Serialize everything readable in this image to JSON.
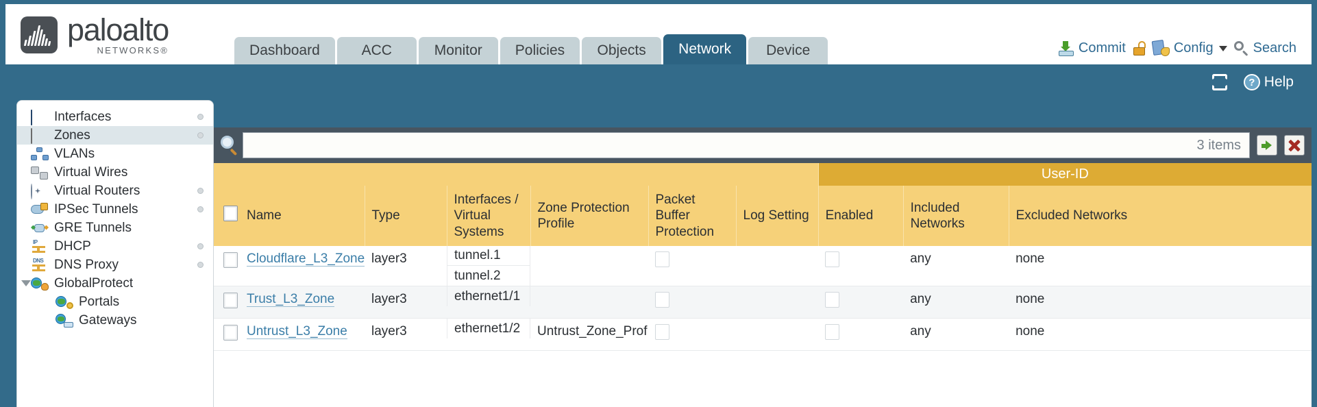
{
  "brand": {
    "name": "paloalto",
    "tagline": "NETWORKS",
    "registered": "®"
  },
  "nav": {
    "tabs": [
      {
        "label": "Dashboard",
        "active": false
      },
      {
        "label": "ACC",
        "active": false
      },
      {
        "label": "Monitor",
        "active": false
      },
      {
        "label": "Policies",
        "active": false
      },
      {
        "label": "Objects",
        "active": false
      },
      {
        "label": "Network",
        "active": true
      },
      {
        "label": "Device",
        "active": false
      }
    ],
    "active_tab": "Network"
  },
  "utility": {
    "commit": "Commit",
    "lock_icon": "padlock-unlocked-icon",
    "config": "Config",
    "search": "Search"
  },
  "band": {
    "refresh_icon": "refresh-icon",
    "help": "Help"
  },
  "sidebar": {
    "items": [
      {
        "label": "Interfaces",
        "icon": "interfaces-icon",
        "selected": false,
        "dot": true,
        "child": false,
        "expander": false
      },
      {
        "label": "Zones",
        "icon": "zones-icon",
        "selected": true,
        "dot": true,
        "child": false,
        "expander": false
      },
      {
        "label": "VLANs",
        "icon": "vlans-icon",
        "selected": false,
        "dot": false,
        "child": false,
        "expander": false
      },
      {
        "label": "Virtual Wires",
        "icon": "virtual-wires-icon",
        "selected": false,
        "dot": false,
        "child": false,
        "expander": false
      },
      {
        "label": "Virtual Routers",
        "icon": "virtual-routers-icon",
        "selected": false,
        "dot": true,
        "child": false,
        "expander": false
      },
      {
        "label": "IPSec Tunnels",
        "icon": "ipsec-tunnels-icon",
        "selected": false,
        "dot": true,
        "child": false,
        "expander": false
      },
      {
        "label": "GRE Tunnels",
        "icon": "gre-tunnels-icon",
        "selected": false,
        "dot": false,
        "child": false,
        "expander": false
      },
      {
        "label": "DHCP",
        "icon": "dhcp-icon",
        "selected": false,
        "dot": true,
        "child": false,
        "expander": false
      },
      {
        "label": "DNS Proxy",
        "icon": "dns-proxy-icon",
        "selected": false,
        "dot": true,
        "child": false,
        "expander": false
      },
      {
        "label": "GlobalProtect",
        "icon": "globalprotect-icon",
        "selected": false,
        "dot": false,
        "child": false,
        "expander": true
      },
      {
        "label": "Portals",
        "icon": "portals-icon",
        "selected": false,
        "dot": false,
        "child": true,
        "expander": false
      },
      {
        "label": "Gateways",
        "icon": "gateways-icon",
        "selected": false,
        "dot": false,
        "child": true,
        "expander": false
      }
    ]
  },
  "search": {
    "value": "",
    "placeholder": "",
    "items_count": "3 items",
    "go_icon": "green-arrow-right-icon",
    "clear_icon": "red-x-icon"
  },
  "table": {
    "group_header": {
      "label": "User-ID",
      "span": 3
    },
    "columns": [
      "Name",
      "Type",
      "Interfaces / Virtual Systems",
      "Zone Protection Profile",
      "Packet Buffer Protection",
      "Log Setting",
      "Enabled",
      "Included Networks",
      "Excluded Networks"
    ],
    "rows": [
      {
        "selected": false,
        "name": "Cloudflare_L3_Zone",
        "type": "layer3",
        "interfaces": [
          "tunnel.1",
          "tunnel.2"
        ],
        "zone_protection_profile": "",
        "packet_buffer_protection": false,
        "log_setting": "",
        "user_id_enabled": false,
        "included_networks": "any",
        "excluded_networks": "none"
      },
      {
        "selected": false,
        "name": "Trust_L3_Zone",
        "type": "layer3",
        "interfaces": [
          "ethernet1/1"
        ],
        "zone_protection_profile": "",
        "packet_buffer_protection": false,
        "log_setting": "",
        "user_id_enabled": false,
        "included_networks": "any",
        "excluded_networks": "none"
      },
      {
        "selected": false,
        "name": "Untrust_L3_Zone",
        "type": "layer3",
        "interfaces": [
          "ethernet1/2"
        ],
        "zone_protection_profile": "Untrust_Zone_Prof",
        "packet_buffer_protection": false,
        "log_setting": "",
        "user_id_enabled": false,
        "included_networks": "any",
        "excluded_networks": "none"
      }
    ]
  },
  "colors": {
    "brand_dark": "#4a4f54",
    "header_blue": "#336b8a",
    "active_tab": "#2c6382",
    "table_header_gold": "#f6d179",
    "group_header_gold": "#ddab34",
    "link_blue": "#3b7ea8",
    "search_bar": "#485560"
  }
}
